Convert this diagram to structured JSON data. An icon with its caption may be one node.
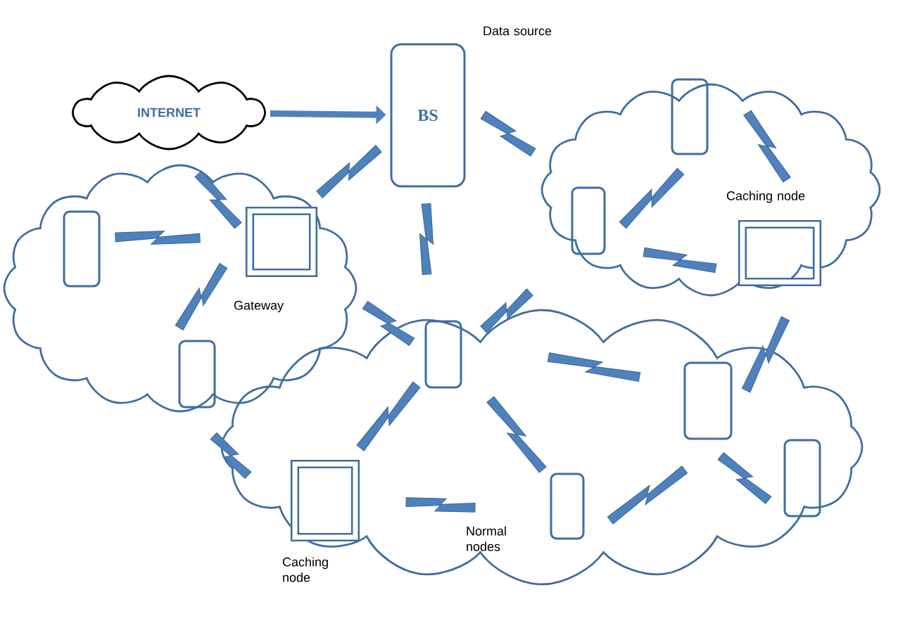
{
  "diagram": {
    "nodes": [
      {
        "text": [
          "INTERNET"
        ]
      },
      {
        "text": [
          "BS"
        ],
        "beside": [
          "Data source"
        ]
      },
      {
        "text": [],
        "shape": "cloud"
      },
      {
        "text": [],
        "shape": "box",
        "beside": [
          "Gateway"
        ],
        "in": 2
      },
      {
        "text": [],
        "shape": "box",
        "in": 2
      },
      {
        "text": [],
        "shape": "box",
        "in": 2
      },
      {
        "text": [],
        "shape": "cloud"
      },
      {
        "text": [],
        "shape": "box",
        "in": 6
      },
      {
        "text": [],
        "shape": "box",
        "in": 6
      },
      {
        "text": [],
        "shape": "box",
        "beside": [
          "Caching node"
        ],
        "in": 6
      },
      {
        "text": [],
        "shape": "cloud"
      },
      {
        "text": [],
        "shape": "box",
        "in": 10
      },
      {
        "text": [],
        "shape": "box",
        "beside": [
          "Caching node"
        ],
        "in": 10
      },
      {
        "text": [],
        "shape": "box",
        "in": 10
      },
      {
        "text": [],
        "shape": "box",
        "in": 10
      },
      {
        "text": [],
        "shape": "box",
        "in": 10
      }
    ],
    "edges": [
      {
        "from": 0,
        "to": 1,
        "arrow": "to"
      },
      {
        "from": 1,
        "to": 3,
        "arrow": "none"
      },
      {
        "from": 0,
        "to": 3,
        "arrow": "none"
      },
      {
        "from": 4,
        "to": 3,
        "arrow": "none"
      },
      {
        "from": 3,
        "to": 5,
        "arrow": "none"
      },
      {
        "from": 1,
        "to": 11,
        "arrow": "none"
      },
      {
        "from": 3,
        "to": 11,
        "arrow": "none"
      },
      {
        "from": 1,
        "to": 8,
        "arrow": "none"
      },
      {
        "from": 7,
        "to": 8,
        "arrow": "none"
      },
      {
        "from": 7,
        "to": 9,
        "arrow": "none"
      },
      {
        "from": 8,
        "to": 9,
        "arrow": "none"
      },
      {
        "from": 8,
        "to": 11,
        "arrow": "none"
      },
      {
        "from": 9,
        "to": 14,
        "arrow": "none"
      },
      {
        "from": 11,
        "to": 14,
        "arrow": "none"
      },
      {
        "from": 11,
        "to": 13,
        "arrow": "none"
      },
      {
        "from": 11,
        "to": 12,
        "arrow": "none"
      },
      {
        "from": 12,
        "to": 13,
        "arrow": "none"
      },
      {
        "from": 14,
        "to": 13,
        "arrow": "none"
      },
      {
        "from": 14,
        "to": 15,
        "arrow": "none"
      },
      {
        "from": 5,
        "to": 12,
        "arrow": "none"
      }
    ],
    "labels": [
      "Normal nodes"
    ]
  }
}
